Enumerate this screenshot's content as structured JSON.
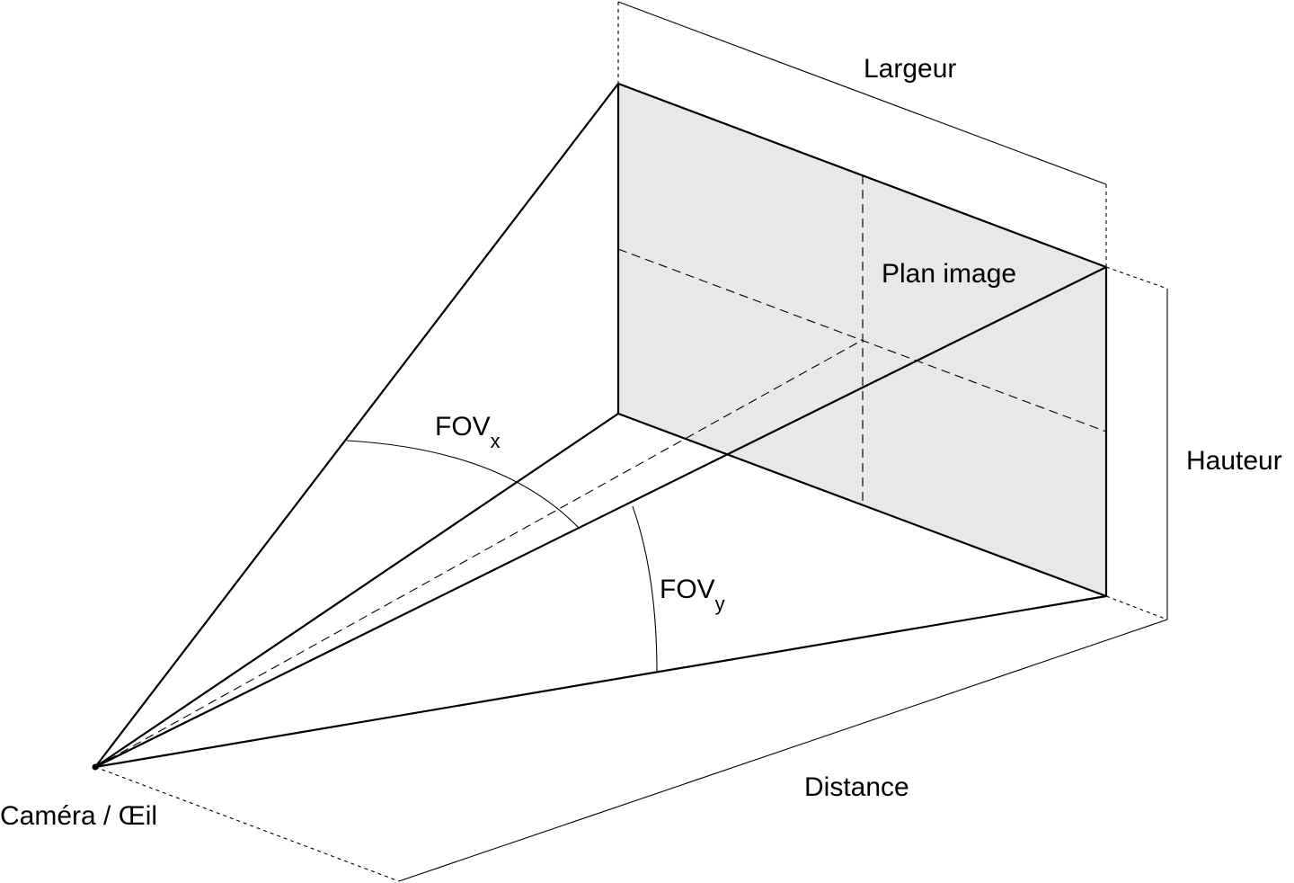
{
  "labels": {
    "width": "Largeur",
    "image_plane": "Plan image",
    "height": "Hauteur",
    "fov_x_main": "FOV",
    "fov_x_sub": "x",
    "fov_y_main": "FOV",
    "fov_y_sub": "y",
    "distance": "Distance",
    "camera": "Caméra / Œil"
  },
  "colors": {
    "image_plane_fill": "#e8e8e8",
    "stroke": "#000000",
    "background": "#ffffff"
  }
}
